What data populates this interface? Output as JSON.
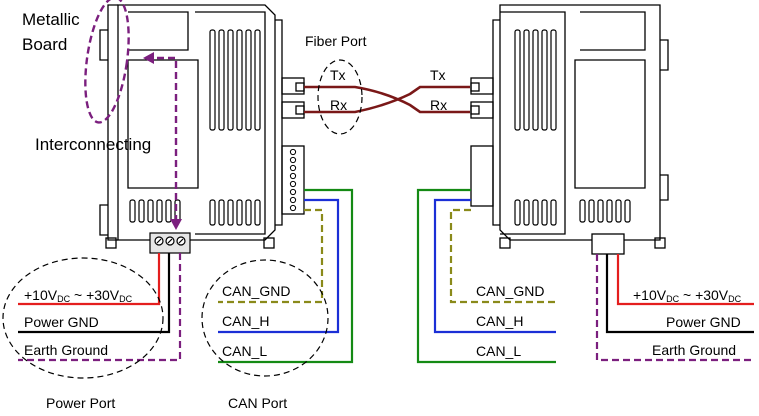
{
  "labels": {
    "metallic_line1": "Metallic",
    "metallic_line2": "Board",
    "interconnecting": "Interconnecting",
    "fiber_port": "Fiber Port",
    "power_port": "Power Port",
    "can_port": "CAN Port"
  },
  "left_fiber": {
    "tx": "Tx",
    "rx": "Rx"
  },
  "right_fiber": {
    "tx": "Tx",
    "rx": "Rx"
  },
  "left_power": {
    "voltage_a": "+10V",
    "voltage_a_sub": "DC",
    "voltage_sep": " ~ ",
    "voltage_b": "+30V",
    "voltage_b_sub": "DC",
    "gnd": "Power GND",
    "earth": "Earth Ground"
  },
  "right_power": {
    "voltage_a": "+10V",
    "voltage_a_sub": "DC",
    "voltage_sep": " ~ ",
    "voltage_b": "+30V",
    "voltage_b_sub": "DC",
    "gnd": "Power GND",
    "earth": "Earth Ground"
  },
  "left_can": {
    "gnd": "CAN_GND",
    "h": "CAN_H",
    "l": "CAN_L"
  },
  "right_can": {
    "gnd": "CAN_GND",
    "h": "CAN_H",
    "l": "CAN_L"
  },
  "colors": {
    "fiber": "#7a1818",
    "power": "#e41e1e",
    "ground": "#000000",
    "earth": "#7b1f7e",
    "can_gnd": "#8a8a1a",
    "can_h": "#1b2fd6",
    "can_l": "#148a14",
    "device": "#000000"
  }
}
